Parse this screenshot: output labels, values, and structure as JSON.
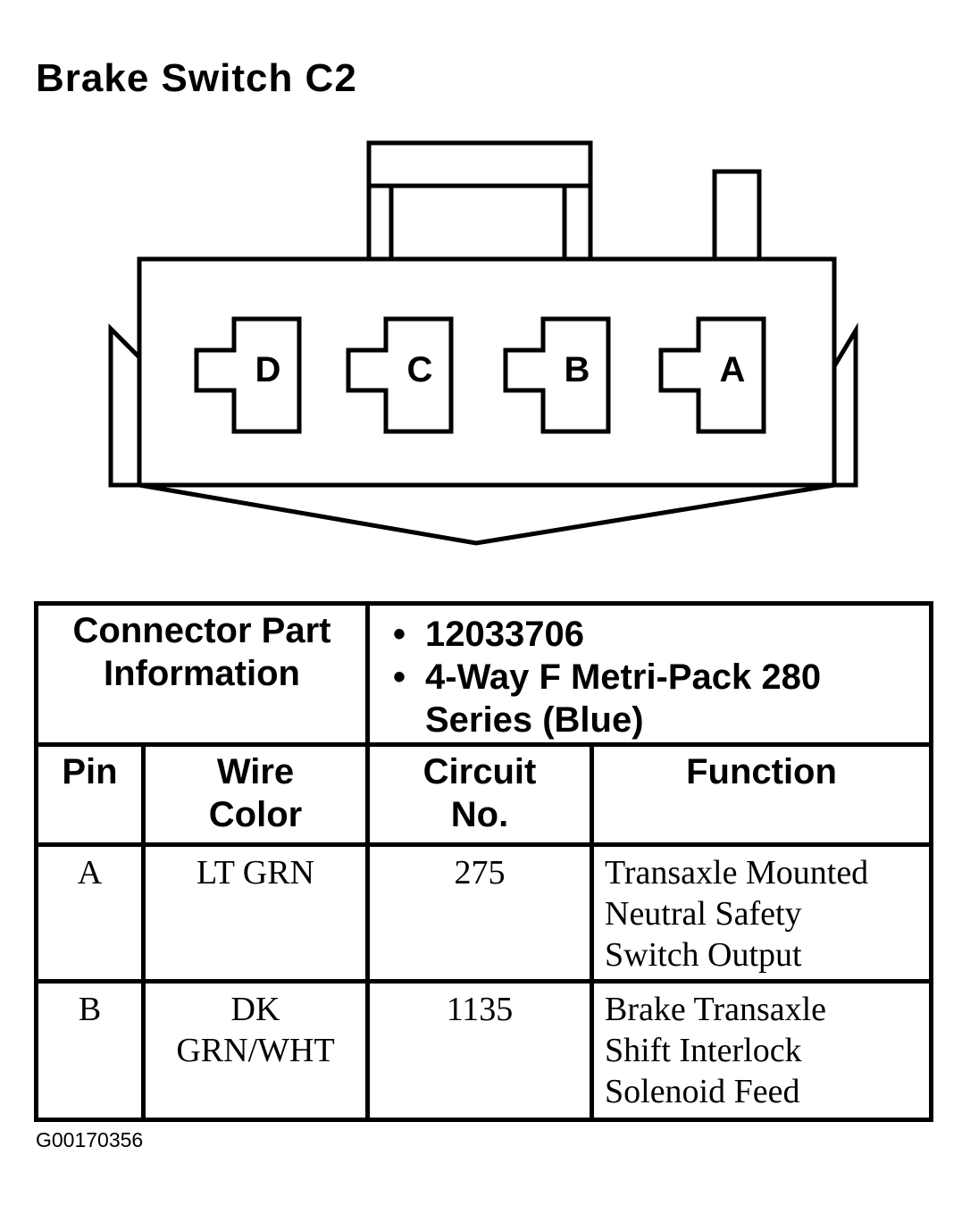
{
  "title": "Brake Switch C2",
  "connector": {
    "cavities": [
      "D",
      "C",
      "B",
      "A"
    ]
  },
  "table": {
    "info_label_lines": [
      "Connector Part",
      "Information"
    ],
    "info_items": [
      "12033706",
      "4-Way F Metri-Pack 280 Series (Blue)"
    ],
    "headers": {
      "pin": [
        "Pin"
      ],
      "wire_color": [
        "Wire",
        "Color"
      ],
      "circuit": [
        "Circuit",
        "No."
      ],
      "function": [
        "Function"
      ]
    },
    "rows": [
      {
        "pin": "A",
        "wire_color": [
          "LT GRN"
        ],
        "circuit": "275",
        "function": [
          "Transaxle Mounted",
          "Neutral Safety",
          "Switch Output"
        ]
      },
      {
        "pin": "B",
        "wire_color": [
          "DK",
          "GRN/WHT"
        ],
        "circuit": "1135",
        "function": [
          "Brake Transaxle",
          "Shift Interlock",
          "Solenoid Feed"
        ]
      }
    ]
  },
  "figure_id": "G00170356"
}
